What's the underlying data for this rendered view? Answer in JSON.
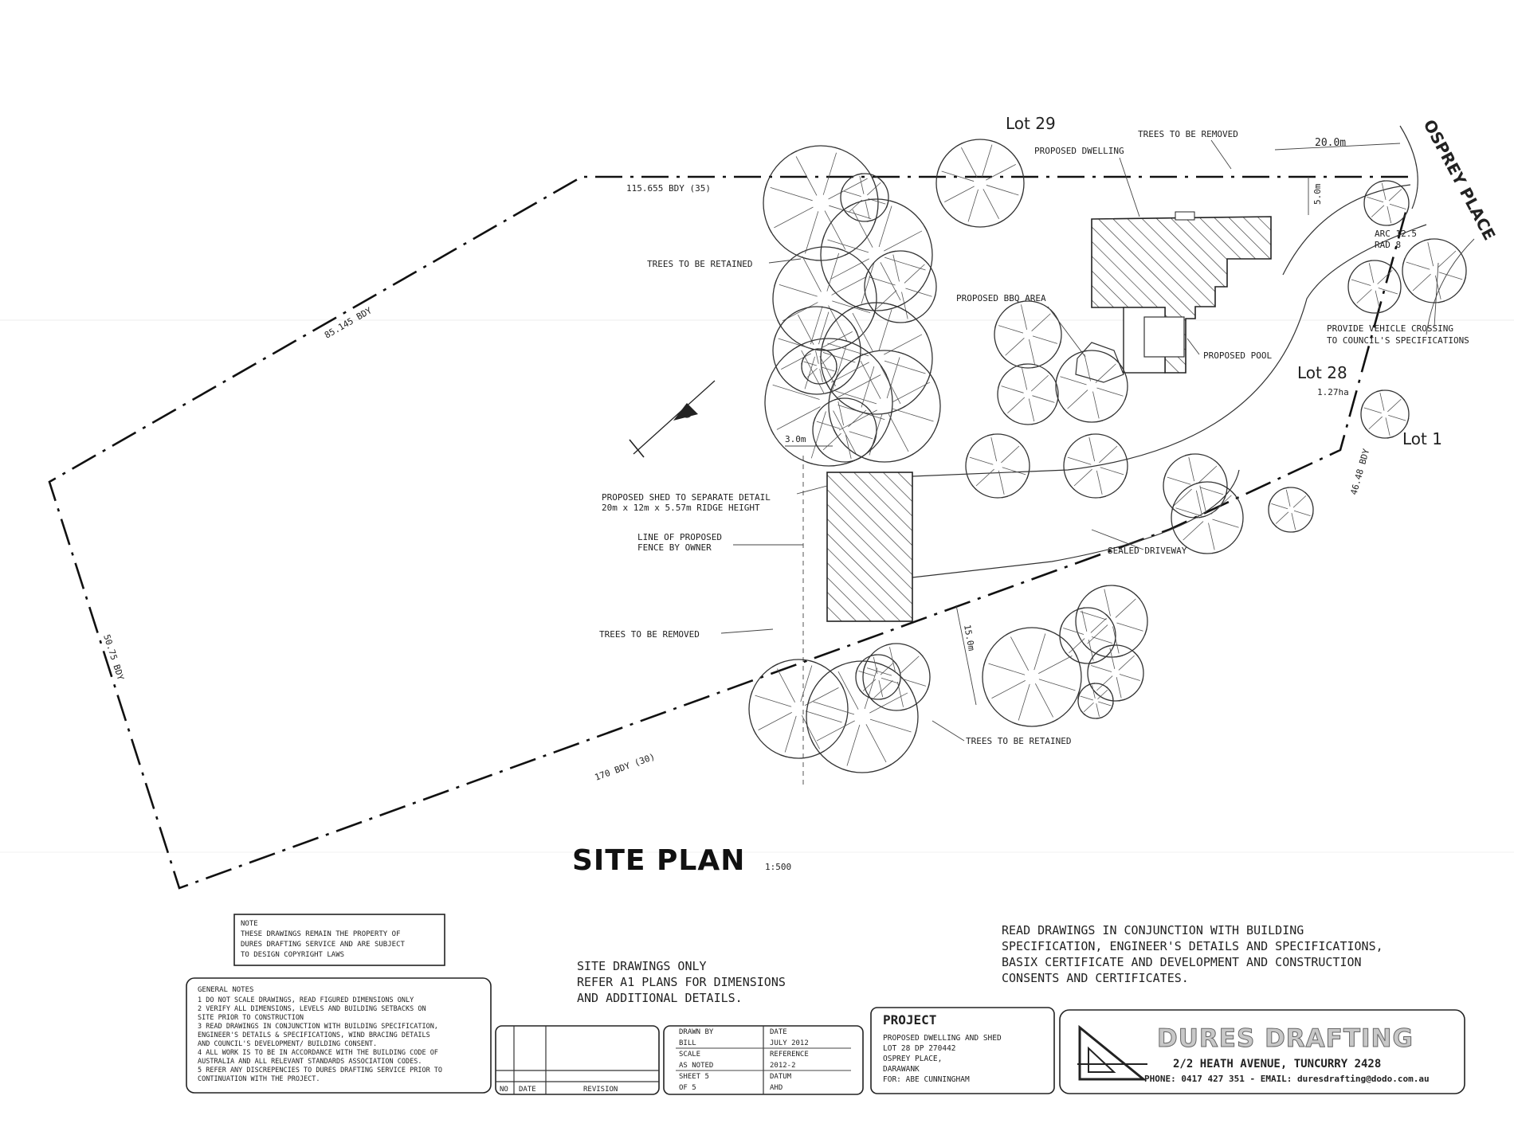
{
  "plan": {
    "lots": {
      "lot29": "Lot 29",
      "lot28": "Lot 28",
      "lot28_area": "1.27ha",
      "lot1": "Lot 1",
      "street": "OSPREY PLACE"
    },
    "boundaries": {
      "north": "115.655 BDY (35)",
      "northwest": "85.145 BDY",
      "west": "50.75 BDY",
      "south": "170 BDY (30)",
      "east": "46.48 BDY"
    },
    "dimensions": {
      "front_setback": "20.0m",
      "side_setback": "5.0m",
      "shed_setback": "3.0m",
      "south_setback": "15.0m",
      "arc": "ARC 12.5",
      "rad": "RAD 8"
    },
    "labels": {
      "trees_removed_top": "TREES TO BE REMOVED",
      "proposed_dwelling": "PROPOSED DWELLING",
      "trees_retained_top": "TREES TO BE RETAINED",
      "bbq_area": "PROPOSED BBQ AREA",
      "proposed_pool": "PROPOSED POOL",
      "vehicle_crossing_1": "PROVIDE VEHICLE CROSSING",
      "vehicle_crossing_2": "TO COUNCIL'S SPECIFICATIONS",
      "shed_1": "PROPOSED SHED TO SEPARATE DETAIL",
      "shed_2": "20m x 12m x 5.57m RIDGE HEIGHT",
      "fence_1": "LINE OF PROPOSED",
      "fence_2": "FENCE BY OWNER",
      "sealed_driveway": "SEALED DRIVEWAY",
      "trees_removed_bottom": "TREES TO BE REMOVED",
      "trees_retained_bottom": "TREES TO BE RETAINED"
    },
    "title": "SITE PLAN",
    "scale": "1:500"
  },
  "copyright_note": {
    "heading": "NOTE",
    "lines": [
      "THESE DRAWINGS REMAIN THE PROPERTY OF",
      "DURES DRAFTING SERVICE AND ARE SUBJECT",
      "TO DESIGN COPYRIGHT LAWS"
    ]
  },
  "general_notes": {
    "heading": "GENERAL NOTES",
    "lines": [
      "1  DO NOT SCALE DRAWINGS, READ FIGURED DIMENSIONS ONLY",
      "2  VERIFY ALL DIMENSIONS, LEVELS AND BUILDING SETBACKS ON",
      "   SITE PRIOR TO CONSTRUCTION",
      "3  READ DRAWINGS IN CONJUNCTION WITH BUILDING SPECIFICATION,",
      "   ENGINEER'S DETAILS & SPECIFICATIONS, WIND BRACING DETAILS",
      "   AND COUNCIL'S DEVELOPMENT/ BUILDING CONSENT.",
      "4  ALL WORK IS TO BE IN ACCORDANCE WITH THE BUILDING CODE OF",
      "   AUSTRALIA AND ALL RELEVANT STANDARDS ASSOCIATION CODES.",
      "5  REFER ANY DISCREPENCIES TO DURES DRAFTING SERVICE PRIOR TO",
      "   CONTINUATION WITH THE PROJECT."
    ]
  },
  "site_drawings_note": [
    "SITE DRAWINGS ONLY",
    "REFER A1 PLANS FOR DIMENSIONS",
    "AND ADDITIONAL DETAILS."
  ],
  "read_drawings_note": [
    "READ DRAWINGS IN CONJUNCTION WITH BUILDING",
    "SPECIFICATION, ENGINEER'S DETAILS AND SPECIFICATIONS,",
    "BASIX CERTIFICATE AND DEVELOPMENT AND CONSTRUCTION",
    "CONSENTS AND CERTIFICATES."
  ],
  "revision_table": {
    "col_no": "NO",
    "col_date": "DATE",
    "col_revision": "REVISION"
  },
  "drawing_info": {
    "drawn_by_label": "DRAWN BY",
    "drawn_by": "BILL",
    "date_label": "DATE",
    "date": "JULY 2012",
    "scale_label": "SCALE",
    "scale": "AS NOTED",
    "reference_label": "REFERENCE",
    "reference": "2012-2",
    "sheet_label": "SHEET 5",
    "sheet_of": "OF    5",
    "datum_label": "DATUM",
    "datum": "AHD"
  },
  "project": {
    "heading": "PROJECT",
    "lines": [
      "PROPOSED DWELLING AND SHED",
      "LOT 28  DP 270442",
      "OSPREY PLACE,",
      "DARAWANK",
      "FOR: ABE CUNNINGHAM"
    ]
  },
  "company": {
    "name": "DURES DRAFTING",
    "address": "2/2  HEATH AVENUE, TUNCURRY  2428",
    "contact": "PHONE: 0417 427 351 - EMAIL: duresdrafting@dodo.com.au"
  }
}
